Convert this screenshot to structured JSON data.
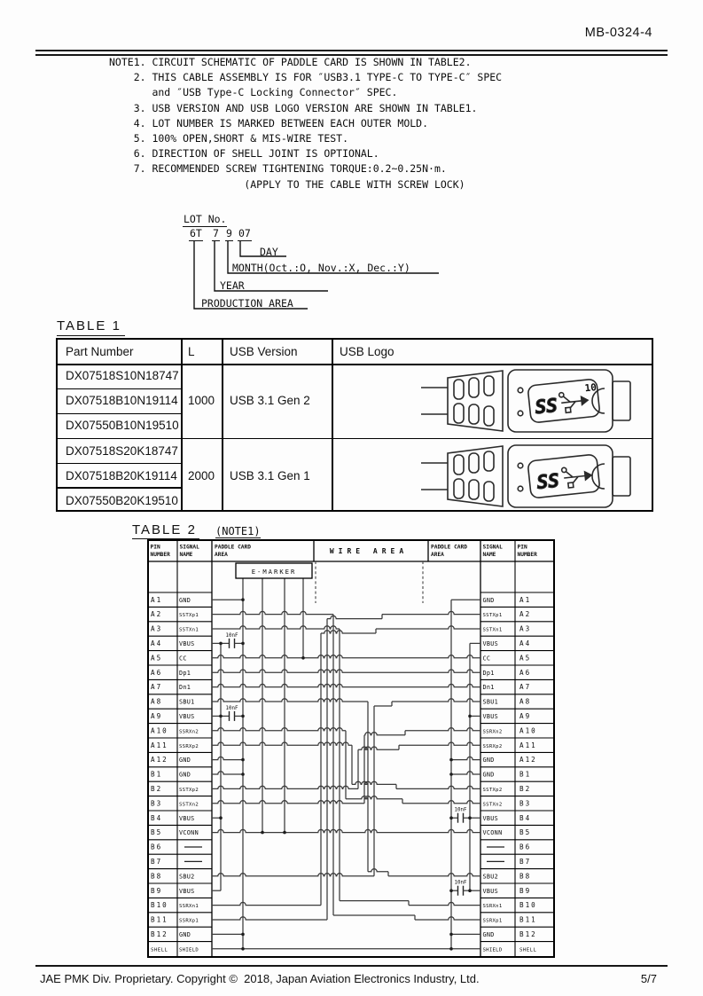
{
  "doc_number": "MB-0324-4",
  "notes_text": "NOTE1. CIRCUIT SCHEMATIC OF PADDLE CARD IS SHOWN IN TABLE2.\n    2. THIS CABLE ASSEMBLY IS FOR ″USB3.1 TYPE-C TO TYPE-C″ SPEC\n       and ″USB Type-C Locking Connector″ SPEC.\n    3. USB VERSION AND USB LOGO VERSION ARE SHOWN IN TABLE1.\n    4. LOT NUMBER IS MARKED BETWEEN EACH OUTER MOLD.\n    5. 100% OPEN,SHORT & MIS-WIRE TEST.\n    6. DIRECTION OF SHELL JOINT IS OPTIONAL.\n    7. RECOMMENDED SCREW TIGHTENING TORQUE:0.2~0.25N·m.\n                      (APPLY TO THE CABLE WITH SCREW LOCK)",
  "lot": {
    "title": "LOT No.",
    "parts": [
      "6T",
      "7",
      "9",
      "07"
    ],
    "branches": [
      "DAY",
      "MONTH(Oct.:O, Nov.:X, Dec.:Y)",
      "YEAR",
      "PRODUCTION AREA"
    ]
  },
  "table1": {
    "title": "TABLE 1",
    "headers": [
      "Part Number",
      "L",
      "USB Version",
      "USB Logo"
    ],
    "groups": [
      {
        "parts": [
          "DX07518S10N18747",
          "DX07518B10N19114",
          "DX07550B10N19510"
        ],
        "length": "1000",
        "usb_version": "USB 3.1 Gen 2",
        "usb_logo": "superspeed-10-trident-logo"
      },
      {
        "parts": [
          "DX07518S20K18747",
          "DX07518B20K19114",
          "DX07550B20K19510"
        ],
        "length": "2000",
        "usb_version": "USB 3.1 Gen 1",
        "usb_logo": "superspeed-trident-logo"
      }
    ],
    "logo_ss_text": "SS",
    "logo_10_text": "10"
  },
  "table2": {
    "title": "TABLE 2",
    "note_ref": "(NOTE1)",
    "headers": {
      "pin": [
        "PIN",
        "NUMBER"
      ],
      "signal": [
        "SIGNAL",
        "NAME"
      ],
      "paddle": [
        "PADDLE CARD",
        "AREA"
      ],
      "wire": "WIRE AREA"
    },
    "emarker_label": "E-MARKER",
    "cap_label": "10nF",
    "rows": [
      {
        "pin": "A1",
        "signal": "GND"
      },
      {
        "pin": "A2",
        "signal": "SSTXp1"
      },
      {
        "pin": "A3",
        "signal": "SSTXn1"
      },
      {
        "pin": "A4",
        "signal": "VBUS"
      },
      {
        "pin": "A5",
        "signal": "CC"
      },
      {
        "pin": "A6",
        "signal": "Dp1"
      },
      {
        "pin": "A7",
        "signal": "Dn1"
      },
      {
        "pin": "A8",
        "signal": "SBU1"
      },
      {
        "pin": "A9",
        "signal": "VBUS"
      },
      {
        "pin": "A10",
        "signal": "SSRXn2"
      },
      {
        "pin": "A11",
        "signal": "SSRXp2"
      },
      {
        "pin": "A12",
        "signal": "GND"
      },
      {
        "pin": "B1",
        "signal": "GND"
      },
      {
        "pin": "B2",
        "signal": "SSTXp2"
      },
      {
        "pin": "B3",
        "signal": "SSTXn2"
      },
      {
        "pin": "B4",
        "signal": "VBUS"
      },
      {
        "pin": "B5",
        "signal": "VCONN"
      },
      {
        "pin": "B6",
        "signal": "—"
      },
      {
        "pin": "B7",
        "signal": "—"
      },
      {
        "pin": "B8",
        "signal": "SBU2"
      },
      {
        "pin": "B9",
        "signal": "VBUS"
      },
      {
        "pin": "B10",
        "signal": "SSRXn1"
      },
      {
        "pin": "B11",
        "signal": "SSRXp1"
      },
      {
        "pin": "B12",
        "signal": "GND"
      },
      {
        "pin": "SHELL",
        "signal": "SHIELD"
      }
    ]
  },
  "footer": {
    "copyright": "JAE PMK Div. Proprietary. Copyright ©  2018, Japan Aviation Electronics Industry, Ltd.",
    "page": "5/7"
  }
}
